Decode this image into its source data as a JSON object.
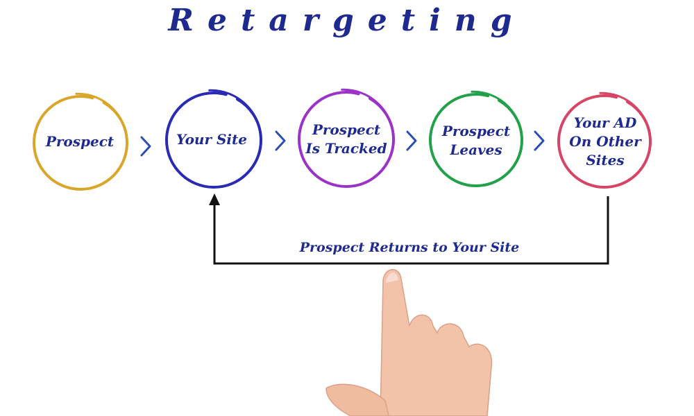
{
  "title": "Retargeting",
  "steps": [
    {
      "label": "Prospect",
      "color": "#d9a62c"
    },
    {
      "label": "Your Site",
      "color": "#2a2bb3"
    },
    {
      "label": "Prospect\nIs Tracked",
      "color": "#9b33c7"
    },
    {
      "label": "Prospect\nLeaves",
      "color": "#22a04a"
    },
    {
      "label": "Your AD\nOn Other\nSites",
      "color": "#d64566"
    }
  ],
  "chevron_color": "#2b4fb0",
  "return_label": "Prospect Returns to Your Site",
  "return_line_color": "#111111"
}
